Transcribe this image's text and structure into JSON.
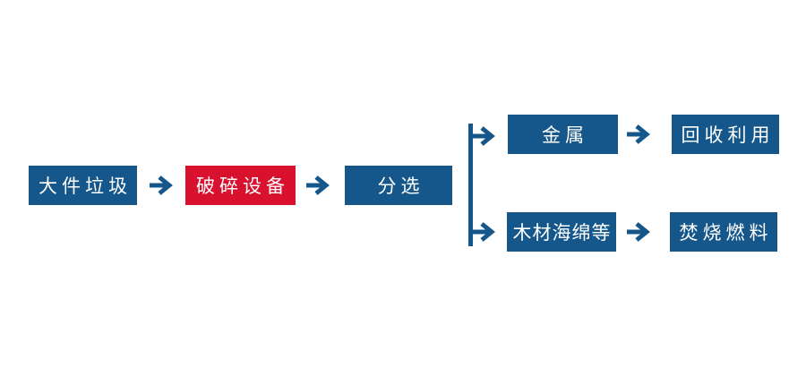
{
  "diagram": {
    "background": "#ffffff",
    "colors": {
      "node_blue": "#15578a",
      "node_red": "#d8122e",
      "node_text": "#ffffff",
      "arrow": "#15578a"
    },
    "nodes": [
      {
        "id": "bulky-waste",
        "label": "大件垃圾",
        "color": "blue"
      },
      {
        "id": "crushing-equipment",
        "label": "破碎设备",
        "color": "red"
      },
      {
        "id": "sorting",
        "label": "分选",
        "color": "blue"
      },
      {
        "id": "metal",
        "label": "金属",
        "color": "blue"
      },
      {
        "id": "recycling",
        "label": "回收利用",
        "color": "blue"
      },
      {
        "id": "wood-sponge-etc",
        "label": "木材海绵等",
        "color": "blue"
      },
      {
        "id": "incineration-fuel",
        "label": "焚烧燃料",
        "color": "blue"
      }
    ],
    "edges": [
      {
        "from": "大件垃圾",
        "to": "破碎设备"
      },
      {
        "from": "破碎设备",
        "to": "分选"
      },
      {
        "from": "分选",
        "to": "金属"
      },
      {
        "from": "分选",
        "to": "木材海绵等"
      },
      {
        "from": "金属",
        "to": "回收利用"
      },
      {
        "from": "木材海绵等",
        "to": "焚烧燃料"
      }
    ]
  }
}
